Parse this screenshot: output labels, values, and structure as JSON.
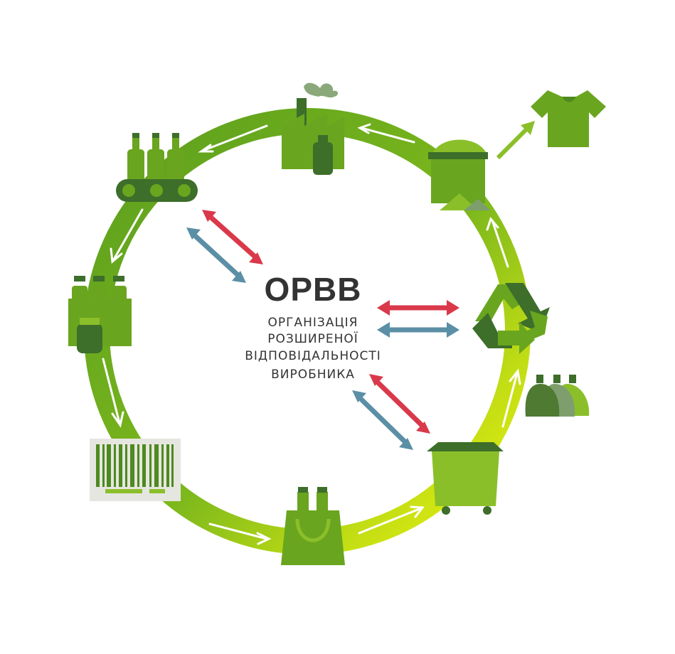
{
  "center": {
    "acronym": "ОРВВ",
    "line1": "ОРГАНІЗАЦІЯ",
    "line2": "РОЗШИРЕНОЇ",
    "line3": "ВІДПОВІДАЛЬНОСТІ",
    "line4": "ВИРОБНИКА"
  },
  "colors": {
    "ring_dark": "#5a9e1e",
    "ring_light": "#e2f00e",
    "icon_green": "#6aa51f",
    "icon_dark": "#3d6e2a",
    "icon_light": "#8bbf2a",
    "arrow_red": "#d9394a",
    "arrow_blue": "#5b8fa6",
    "text": "#333333"
  }
}
